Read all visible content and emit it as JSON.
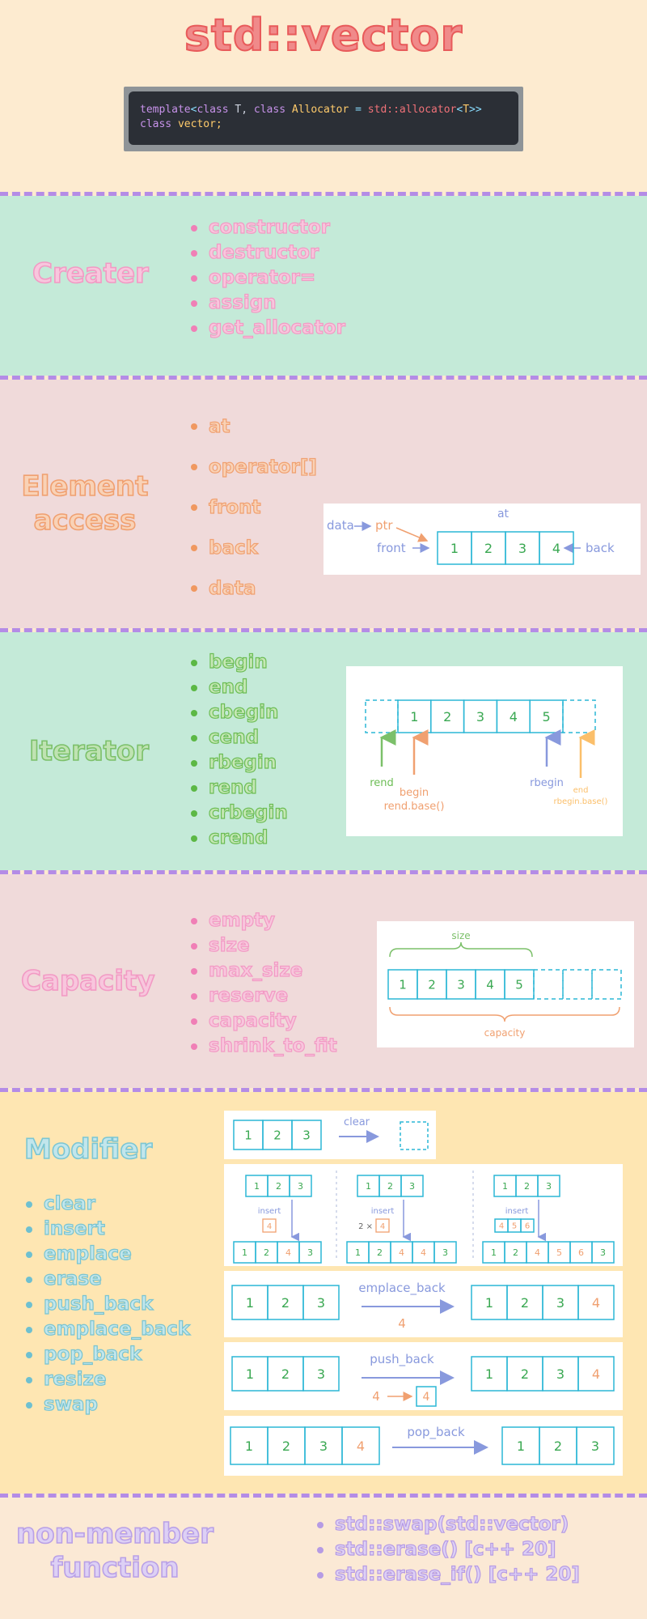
{
  "title": "std::vector",
  "code": {
    "line1": {
      "kw1": "template",
      "lt": "<",
      "kw2": "class",
      "t": " T, ",
      "kw3": "class",
      "alloc": " Allocator ",
      "eq": "=",
      "ns": " std::allocator",
      "lt2": "<",
      "t2": "T",
      "gt": ">>"
    },
    "line2": {
      "kw": "class",
      "name": " vector;"
    }
  },
  "creater": {
    "title": "Creater",
    "items": [
      "constructor",
      "destructor",
      "operator=",
      "assign",
      "get_allocator"
    ]
  },
  "element_access": {
    "title_line1": "Element",
    "title_line2": "access",
    "items": [
      "at",
      "operator[]",
      "front",
      "back",
      "data"
    ],
    "diagram": {
      "at": "at",
      "data": "data",
      "ptr": "ptr",
      "front": "front",
      "back": "back",
      "cells": [
        "1",
        "2",
        "3",
        "4"
      ]
    }
  },
  "iterator": {
    "title": "Iterator",
    "items": [
      "begin",
      "end",
      "cbegin",
      "cend",
      "rbegin",
      "rend",
      "crbegin",
      "crend"
    ],
    "diagram": {
      "cells": [
        "1",
        "2",
        "3",
        "4",
        "5"
      ],
      "rend": "rend",
      "begin": "begin",
      "rend_base": "rend.base()",
      "rbegin": "rbegin",
      "end": "end",
      "rbegin_base": "rbegin.base()"
    }
  },
  "capacity": {
    "title": "Capacity",
    "items": [
      "empty",
      "size",
      "max_size",
      "reserve",
      "capacity",
      "shrink_to_fit"
    ],
    "diagram": {
      "size": "size",
      "capacity": "capacity",
      "cells": [
        "1",
        "2",
        "3",
        "4",
        "5"
      ]
    }
  },
  "modifier": {
    "title": "Modifier",
    "items": [
      "clear",
      "insert",
      "emplace",
      "erase",
      "push_back",
      "emplace_back",
      "pop_back",
      "resize",
      "swap"
    ],
    "clear": {
      "label": "clear",
      "cells": [
        "1",
        "2",
        "3"
      ]
    },
    "insert": {
      "label": "insert",
      "a": {
        "src": [
          "1",
          "2",
          "3"
        ],
        "val": "4",
        "result": [
          "1",
          "2",
          "4",
          "3"
        ]
      },
      "b": {
        "src": [
          "1",
          "2",
          "3"
        ],
        "count": "2 ×",
        "val": "4",
        "result": [
          "1",
          "2",
          "4",
          "4",
          "3"
        ]
      },
      "c": {
        "src": [
          "1",
          "2",
          "3"
        ],
        "vals": [
          "4",
          "5",
          "6"
        ],
        "result": [
          "1",
          "2",
          "4",
          "5",
          "6",
          "3"
        ]
      }
    },
    "emplace_back": {
      "label": "emplace_back",
      "val": "4",
      "src": [
        "1",
        "2",
        "3"
      ],
      "result": [
        "1",
        "2",
        "3",
        "4"
      ]
    },
    "push_back": {
      "label": "push_back",
      "val": "4",
      "boxed": "4",
      "src": [
        "1",
        "2",
        "3"
      ],
      "result": [
        "1",
        "2",
        "3",
        "4"
      ]
    },
    "pop_back": {
      "label": "pop_back",
      "src": [
        "1",
        "2",
        "3",
        "4"
      ],
      "result": [
        "1",
        "2",
        "3"
      ]
    }
  },
  "non_member": {
    "title_line1": "non-member",
    "title_line2": "function",
    "items": [
      "std::swap(std::vector)",
      "std::erase() [c++ 20]",
      "std::erase_if() [c++ 20]"
    ]
  },
  "colors": {
    "cell_border": "#2cb7d6",
    "cell_text": "#3aa852",
    "accent_orange": "#f0a070",
    "accent_blue": "#8899dd"
  }
}
